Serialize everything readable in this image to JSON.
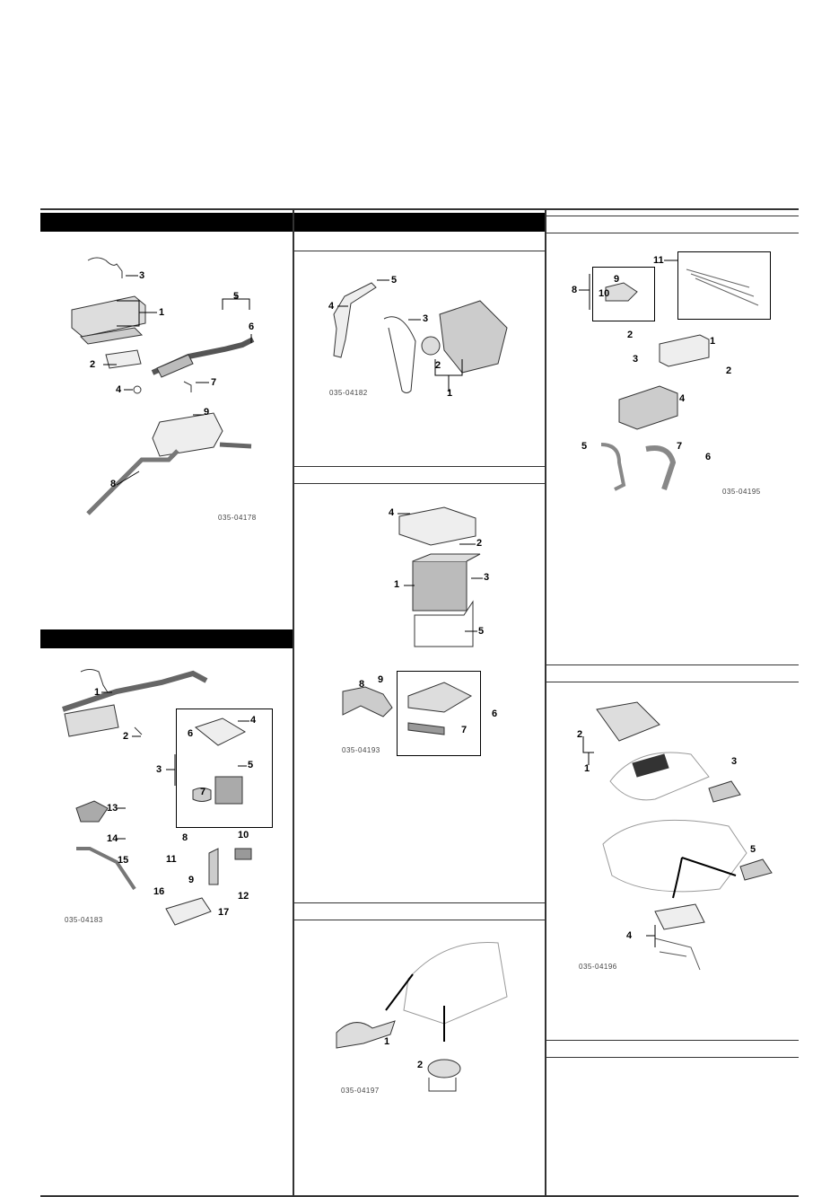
{
  "figures": [
    {
      "code": "035-04178",
      "callouts": [
        "3",
        "1",
        "5",
        "6",
        "2",
        "7",
        "4",
        "9",
        "8"
      ]
    },
    {
      "code": "035-04182",
      "callouts": [
        "5",
        "4",
        "3",
        "2",
        "1"
      ]
    },
    {
      "code": "035-04193",
      "callouts": [
        "4",
        "2",
        "3",
        "1",
        "5",
        "9",
        "8",
        "6",
        "7"
      ]
    },
    {
      "code": "035-04183",
      "callouts": [
        "1",
        "4",
        "2",
        "6",
        "3",
        "5",
        "7",
        "13",
        "14",
        "8",
        "10",
        "15",
        "11",
        "9",
        "16",
        "12",
        "17"
      ]
    },
    {
      "code": "035-04197",
      "callouts": [
        "1",
        "2"
      ]
    },
    {
      "code": "035-04195",
      "callouts": [
        "11",
        "9",
        "8",
        "10",
        "2",
        "1",
        "3",
        "2",
        "4",
        "5",
        "7",
        "6"
      ]
    },
    {
      "code": "035-04196",
      "callouts": [
        "2",
        "1",
        "3",
        "5",
        "4"
      ]
    }
  ]
}
